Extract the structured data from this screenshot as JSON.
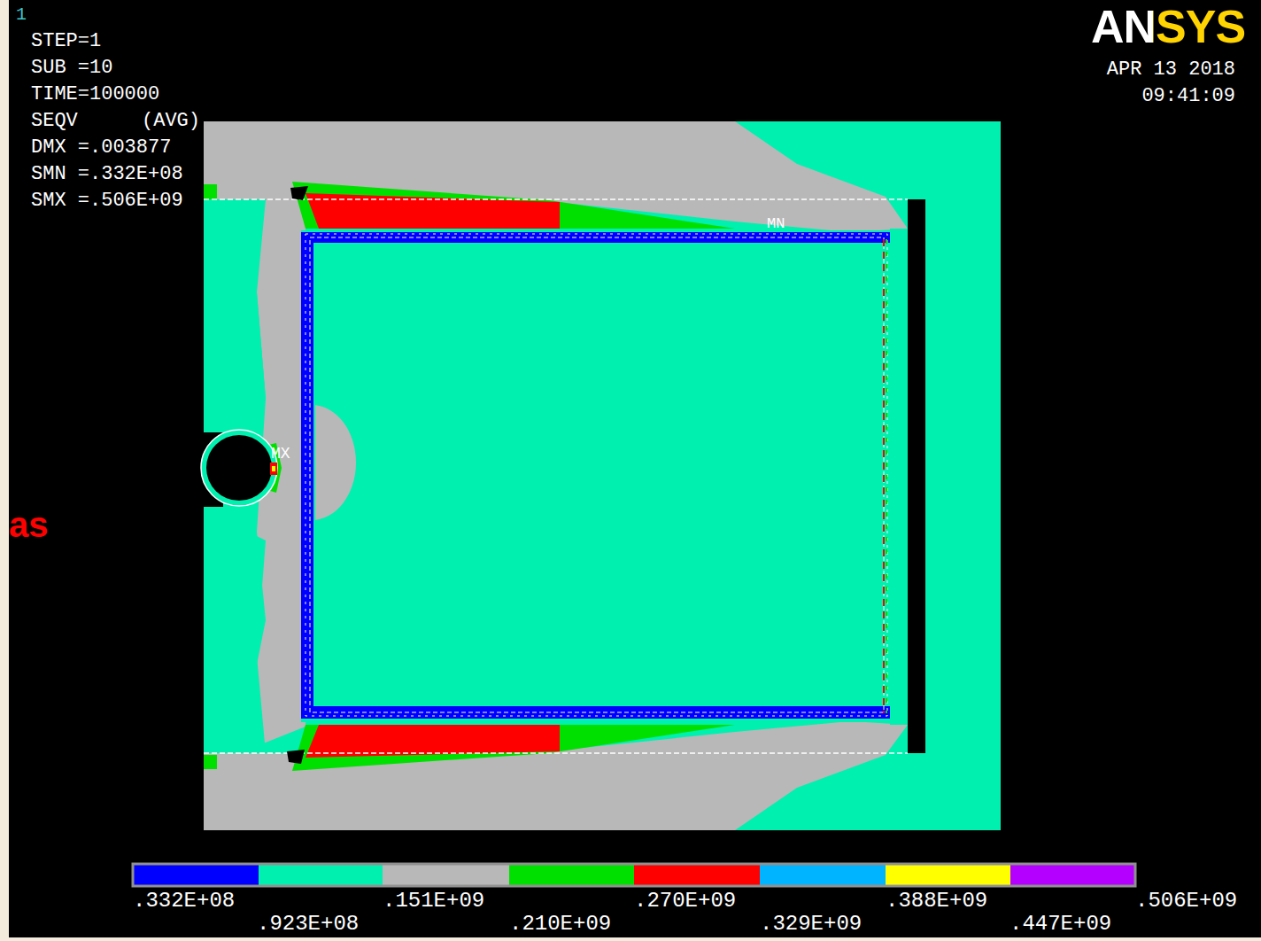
{
  "diagram": {
    "labels": [
      "1",
      "STEP=1",
      "SUB =10",
      "TIME=100000",
      "SEQV",
      "(AVG)",
      "DMX =.003877",
      "SMN =.332E+08",
      "SMX =.506E+09",
      "ANSYS",
      "APR 13 2018",
      "09:41:09",
      "MX",
      "MN",
      "as",
      ".332E+08",
      ".923E+08",
      ".151E+09",
      ".210E+09",
      ".270E+09",
      ".329E+09",
      ".388E+09",
      ".447E+09",
      ".506E+09"
    ]
  }
}
